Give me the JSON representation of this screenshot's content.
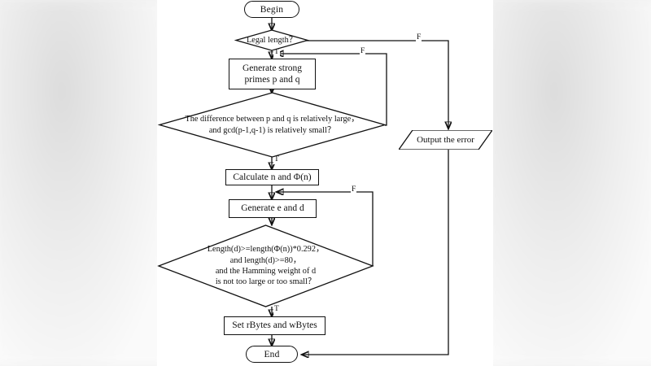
{
  "diagram": {
    "title": "RSA key generation flowchart",
    "background": "#ffffff",
    "line_color": "#111111",
    "nodes": {
      "begin": {
        "label": "Begin",
        "shape": "terminator"
      },
      "legal_length": {
        "label": "Legal length？",
        "shape": "decision"
      },
      "generate_primes": {
        "line1": "Generate strong",
        "line2": "primes p and q",
        "shape": "process"
      },
      "check_primes": {
        "line1": "The difference between p and q is relatively large，",
        "line2": "and gcd(p-1,q-1) is relatively small？",
        "shape": "decision"
      },
      "calculate_n": {
        "label": "Calculate n and Φ(n)",
        "shape": "process"
      },
      "generate_ed": {
        "label": "Generate e and d",
        "shape": "process"
      },
      "check_d": {
        "line1": "Length(d)>=length(Φ(n))*0.292，",
        "line2": "and length(d)>=80，",
        "line3": "and the Hamming weight of d",
        "line4": "is not too large or too small？",
        "shape": "decision"
      },
      "set_bytes": {
        "label": "Set rBytes and wBytes",
        "shape": "process"
      },
      "output_error": {
        "label": "Output the error",
        "shape": "parallelogram"
      },
      "end": {
        "label": "End",
        "shape": "terminator"
      }
    },
    "branch_labels": {
      "legal_length_false": "F",
      "legal_length_true": "T",
      "check_primes_false": "F",
      "check_primes_true": "T",
      "check_d_false": "F",
      "check_d_true": "T"
    }
  }
}
